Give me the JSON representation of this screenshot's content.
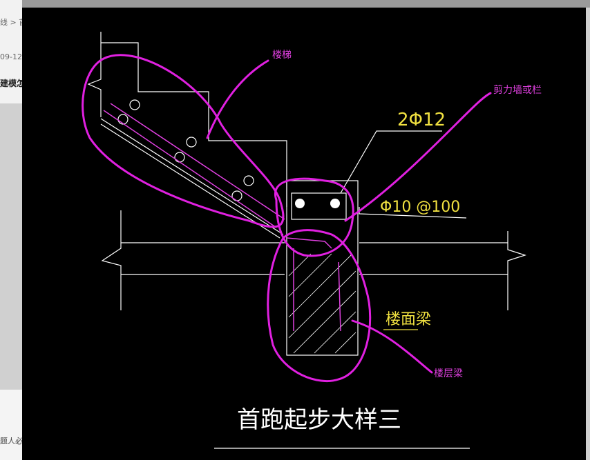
{
  "background_page": {
    "breadcrumb": "线 > 首",
    "date": "09-12",
    "title": "建模怎",
    "bottom_text": "题人必"
  },
  "drawing": {
    "title": "首跑起步大样三",
    "rebar_top": "2Φ12",
    "stirrup": "Φ10 @100",
    "beam_label": "楼面梁"
  },
  "annotations": {
    "stair": "楼梯",
    "shear_wall": "剪力墙或栏",
    "floor_beam": "楼层梁"
  },
  "colors": {
    "cad_background": "#000000",
    "line": "#ffffff",
    "annotation": "#e040e0",
    "dimension_text": "#f0e040"
  }
}
